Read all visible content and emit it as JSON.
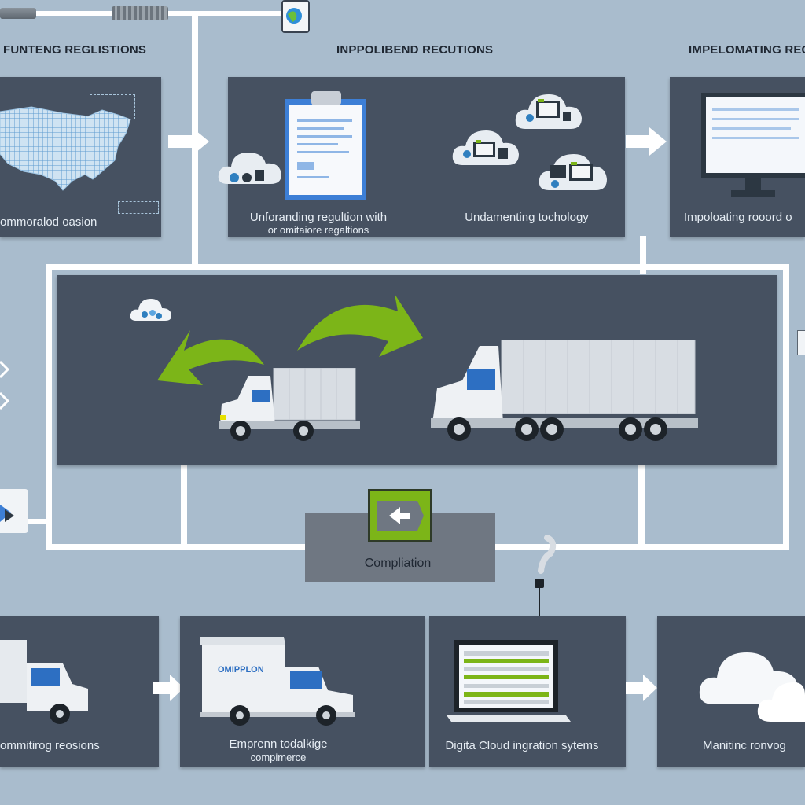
{
  "headings": {
    "left": "FUNTENG REGLISTIONS",
    "center": "INPPOLIBEND RECUTIONS",
    "right": "IMPELOMATING REC"
  },
  "top_panels": {
    "map_caption": "ommoralod oasion",
    "docs_caption_line1": "Unforanding regultion with",
    "docs_caption_line2": "or omitaiore regaltions",
    "tech_caption": "Undamenting tochology",
    "monitor_caption": "Impoloating rooord o"
  },
  "compliance_box": {
    "label": "Compliation"
  },
  "bottom_panels": {
    "p1_caption": "ommitirog reosions",
    "p2_caption_line1": "Emprenn todalkige",
    "p2_caption_line2": "compimerce",
    "p2_truck_text": "OMIPPLON",
    "p3_caption": "Digita Cloud ingration sytems",
    "p4_caption": "Manitinc ronvog"
  },
  "colors": {
    "background": "#a9bccd",
    "panel": "#465161",
    "accent_green": "#7cb518",
    "connector": "#ffffff"
  },
  "icons": [
    "usa-map-icon",
    "clipboard-icon",
    "cloud-icon",
    "monitor-icon",
    "truck-icon",
    "laptop-icon",
    "green-arrow-icon"
  ]
}
